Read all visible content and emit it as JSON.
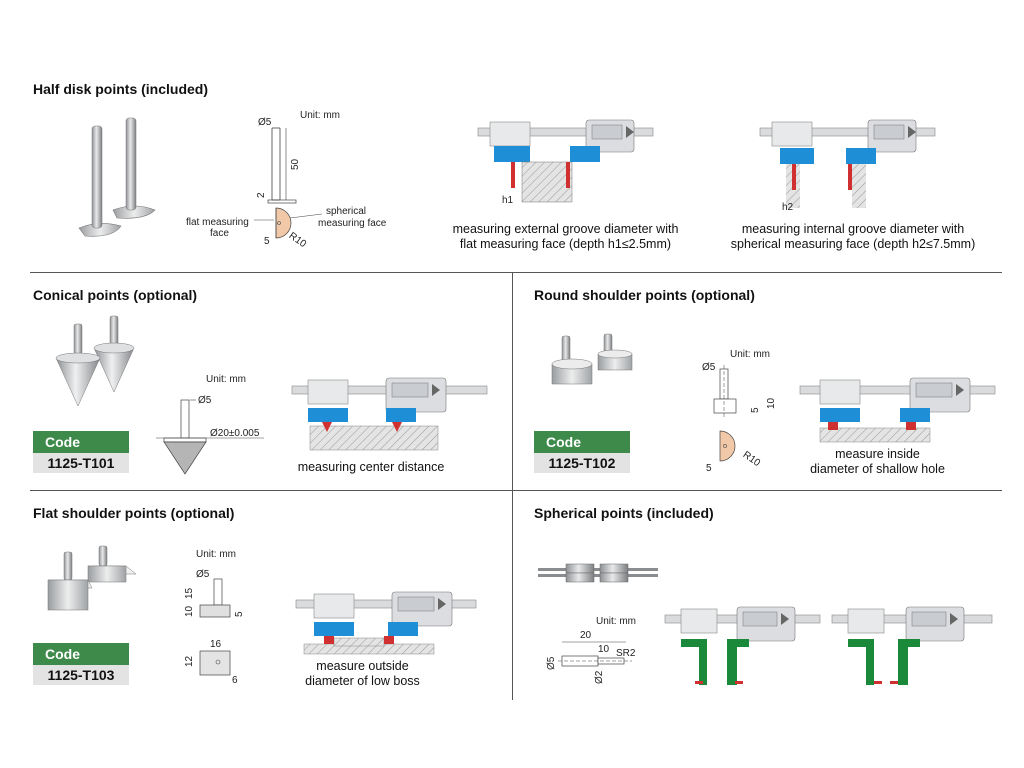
{
  "sections": {
    "half_disk": {
      "title": "Half disk points (included)",
      "unit": "Unit: mm",
      "dims": {
        "dia": "Ø5",
        "len": "50",
        "h": "2",
        "r": "R10",
        "w": "5"
      },
      "labels": {
        "flat_1": "flat measuring",
        "flat_2": "face",
        "sph_1": "spherical",
        "sph_2": "measuring face"
      },
      "caption_ext_1": "measuring external groove diameter with",
      "caption_ext_2": "flat measuring face (depth h1≤2.5mm)",
      "caption_int_1": "measuring internal groove diameter with",
      "caption_int_2": "spherical measuring face (depth h2≤7.5mm)",
      "h1": "h1",
      "h2": "h2"
    },
    "conical": {
      "title": "Conical points (optional)",
      "code_label": "Code",
      "code": "1125-T101",
      "unit": "Unit: mm",
      "dims": {
        "dia": "Ø5",
        "cone": "Ø20±0.005"
      },
      "caption": "measuring center distance"
    },
    "round_shoulder": {
      "title": "Round shoulder points (optional)",
      "code_label": "Code",
      "code": "1125-T102",
      "unit": "Unit: mm",
      "dims": {
        "dia": "Ø5",
        "h10": "10",
        "h5": "5",
        "r": "R10",
        "w": "5"
      },
      "caption_1": "measure inside",
      "caption_2": "diameter of shallow hole"
    },
    "flat_shoulder": {
      "title": "Flat shoulder points (optional)",
      "code_label": "Code",
      "code": "1125-T103",
      "unit": "Unit: mm",
      "dims": {
        "dia": "Ø5",
        "d15": "15",
        "d10": "10",
        "d5": "5",
        "d16": "16",
        "d12": "12",
        "d6": "6"
      },
      "caption_1": "measure outside",
      "caption_2": "diameter of low boss"
    },
    "spherical": {
      "title": "Spherical points (included)",
      "unit": "Unit: mm",
      "dims": {
        "d20": "20",
        "d10": "10",
        "sr": "SR2",
        "dia5": "Ø5",
        "dia2": "Ø2"
      }
    }
  },
  "colors": {
    "code_header": "#3d8a4a",
    "code_value_bg": "#e3e3e3",
    "jaw_blue": "#1e8fd6",
    "tip_red": "#d03030",
    "jaw_green": "#1a8a3a"
  }
}
